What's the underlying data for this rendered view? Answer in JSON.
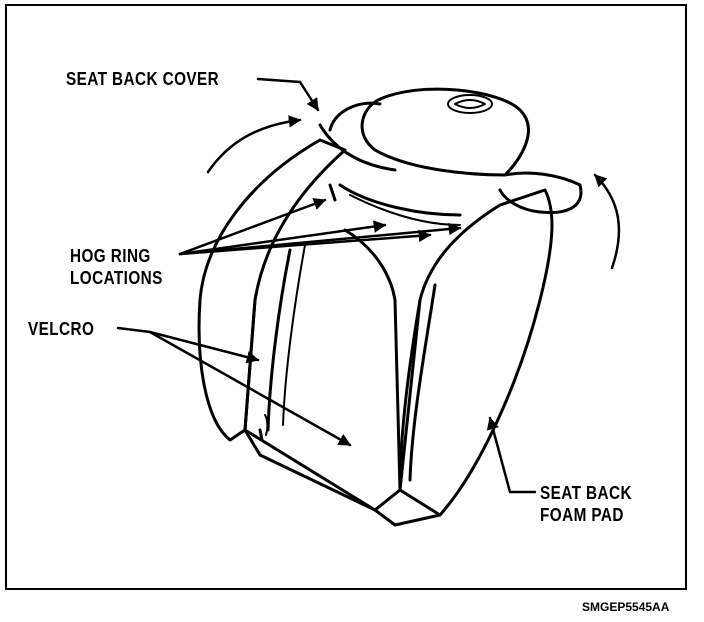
{
  "labels": {
    "seat_back_cover": "SEAT BACK COVER",
    "hog_ring_line1": "HOG RING",
    "hog_ring_line2": "LOCATIONS",
    "velcro": "VELCRO",
    "foam_pad_line1": "SEAT BACK",
    "foam_pad_line2": "FOAM PAD"
  },
  "figure_code": "SMGEP5545AA"
}
